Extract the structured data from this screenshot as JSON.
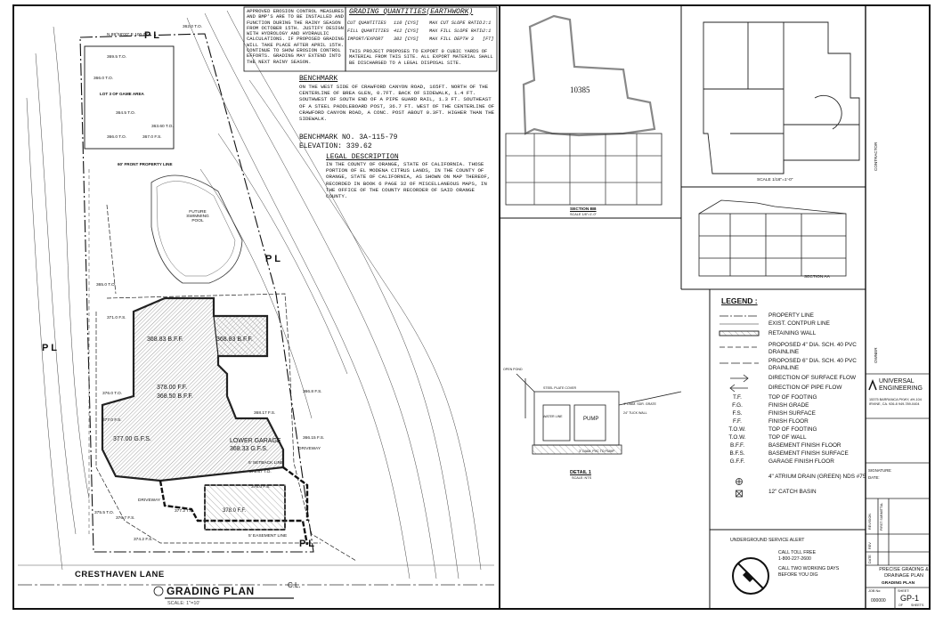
{
  "notes": {
    "erosion": "APPROVED EROSION CONTROL MEASURES AND BMP'S ARE TO BE INSTALLED AND FUNCTION DURING THE RAINY SEASON FROM OCTOBER 15TH. JUSTIFY DESIGN WITH HYDROLOGY AND HYDRAULIC CALCULATIONS. IF PROPOSED GRADING WILL TAKE PLACE AFTER APRIL 15TH. CONTINUE TO SHOW EROSION CONTROL EFFORTS. GRADING MAY EXTEND INTO THE NEXT RAINY SEASON."
  },
  "quantities": {
    "title": "GRADING QUANTITIES(EARTHWORK)",
    "rows": [
      {
        "label": "CUT QUANTITIES",
        "value": "110 [CYS]",
        "slope": "MAX CUT SLOPE RATIO (2:1MAX)",
        "ratio": "2:1"
      },
      {
        "label": "FILL QUANTITIES",
        "value": "412 [CYS]",
        "slope": "MAX FILL SLOPE RATIO (2:1MAX)",
        "ratio": "2:1"
      },
      {
        "label": "IMPORT/EXPORT",
        "value": "302 [CYS]",
        "slope": "MAX FILL DEPTH 3",
        "ratio": "[FT]"
      }
    ],
    "note": "THIS PROJECT PROPOSES TO EXPORT 0 CUBIC YARDS OF MATERIAL FROM THIS SITE. ALL EXPORT MATERIAL SHALL BE DISCHARGED TO A LEGAL DISPOSAL SITE."
  },
  "benchmark": {
    "heading": "BENCHMARK",
    "text": "ON THE WEST SIDE OF CRAWFORD CANYON ROAD, 165FT. NORTH OF THE CENTERLINE OF BREA GLEN, 0.7FT. BACK OF SIDEWALK, 1.4 FT. SOUTHWEST OF SOUTH END OF A PIPE GUARD RAIL, 1.3 FT. SOUTHEAST OF A STEEL PADDLEBOARD POST, 36.7 FT. WEST OF THE CENTERLINE OF CRAWFORD CANYON ROAD, A CONC. POST ABOUT 0.3FT. HIGHER THAN THE SIDEWALK.",
    "number": "BENCHMARK NO. 3A-115-79",
    "elevation": "ELEVATION: 339.62"
  },
  "legal": {
    "heading": "LEGAL DESCRIPTION",
    "text": "IN THE COUNTY OF ORANGE, STATE OF CALIFORNIA. THOSE PORTION OF EL MODENA CITRUS LANDS, IN THE COUNTY OF ORANGE, STATE OF CALIFORNIA, AS SHOWN ON MAP THEREOF, RECORDED IN BOOK 6 PAGE 32 OF MISCELLANEOUS MAPS, IN THE OFFICE OF THE COUNTY RECORDER OF SAID ORANGE COUNTY."
  },
  "plan": {
    "title": "GRADING PLAN",
    "scale": "SCALE: 1\"=10'",
    "street": "CRESTHAVEN LANE",
    "cl": "C.L.",
    "pl": "P L",
    "pool_label": "FUTURE SWIMMING POOL",
    "house": {
      "bff": "368.83 B.F.F.",
      "ff": "378.00 F.F.",
      "bff2": "368.50 B.F.F.",
      "gfs": "377.00 G.F.S.",
      "garage": "LOWER GARAGE",
      "garage_gfs": "368.33 G.F.S.",
      "entry": "378.0 F.F."
    },
    "driveway": "DRIVEWAY",
    "spots": [
      "369.5 T.O.",
      "366.0 T.O.",
      "364.5 T.O.",
      "366.0 T.O.",
      "362.0 T.O.",
      "363.60 T.O.",
      "367.0 F.S.",
      "365.0 T.O.",
      "371.0 F.S.",
      "376.0 T.O.",
      "377.0 F.S.",
      "375.5 T.O.",
      "376.7 F.S.",
      "374.2 F.S.",
      "372.87 T.O.",
      "376.0 F.S.",
      "377.2 T.O.",
      "366.8 F.S.",
      "368.17 F.S.",
      "366.15 F.S."
    ],
    "lot_label": "LOT 3 OF GAME AREA",
    "lot_title": "60' FRONT PROPERTY LINE",
    "setback": "5' SETBACK LINE",
    "easement": "5' EASEMENT LINE",
    "north": "N 89°56'00\" E 100.77"
  },
  "sections": {
    "bb_label": "SECTION BB",
    "bb_scale": "SCALE 1/8\"=1'-0\"",
    "aa_label": "SECTION AA",
    "floor_label": "10385",
    "floor_scale": "SCALE 1/16\"=1'-0\""
  },
  "detail": {
    "title": "DETAIL 1",
    "scale": "SCALE: NTS",
    "pump": "PUMP",
    "labels": [
      "STEEL PLATE COVER",
      "WATER LINE",
      "24\" TUCK WALL",
      "3\" DIAM. PVC TO PUMP",
      "4\" DIAM. SDR. GRATE",
      "OPEN POND"
    ]
  },
  "legend": {
    "title": "LEGEND :",
    "items": [
      {
        "sym": "",
        "text": "PROPERTY LINE"
      },
      {
        "sym": "",
        "text": "EXIST. CONTPUR LINE"
      },
      {
        "sym": "",
        "text": "RETAINING WALL"
      },
      {
        "sym": "",
        "text": "PROPOSED 4\" DIA. SCH. 40 PVC DRAINLINE"
      },
      {
        "sym": "",
        "text": "PROPOSED 6\" DIA. SCH. 40 PVC DRAINLINE"
      },
      {
        "sym": "",
        "text": "DIRECTION OF SURFACE FLOW"
      },
      {
        "sym": "",
        "text": "DIRECTION OF PIPE FLOW"
      },
      {
        "sym": "T.F.",
        "text": "TOP OF FOOTING"
      },
      {
        "sym": "F.G.",
        "text": "FINISH GRADE"
      },
      {
        "sym": "F.S.",
        "text": "FINISH SURFACE"
      },
      {
        "sym": "F.F.",
        "text": "FINISH FLOOR"
      },
      {
        "sym": "T.O.W.",
        "text": "TOP OF FOOTING"
      },
      {
        "sym": "T.O.W.",
        "text": "TOP OF WALL"
      },
      {
        "sym": "B.F.F.",
        "text": "BASEMENT FINISH FLOOR"
      },
      {
        "sym": "B.F.S.",
        "text": "BASEMENT FINISH SURFACE"
      },
      {
        "sym": "G.F.F.",
        "text": "GARAGE FINISH FLOOR"
      },
      {
        "sym": "",
        "text": "4\" ATRIUM DRAIN (GREEN) NDS #75"
      },
      {
        "sym": "",
        "text": "12\" CATCH BASIN"
      }
    ]
  },
  "alert": {
    "title": "UNDERGROUND SERVICE ALERT",
    "call": "CALL TOLL FREE",
    "phone": "1-800-227-2600",
    "days": "CALL TWO WORKING DAYS BEFORE YOU DIG"
  },
  "title_block": {
    "contractor": "CONTRACTOR",
    "owner": "OWNER",
    "firm_line1": "UNIVERSAL",
    "firm_line2": "ENGINEERING",
    "firm_addr": "15375 BARRANCA PKWY, #H-104 IRVINE, CA. 926-8 949-789-0404",
    "signature": "SIGNATURE:",
    "date": "DATE:",
    "revision": "REVISION",
    "first_submittal": "FIRST SUBMITTAL",
    "rev": "REV",
    "date_col": "DATE",
    "project_title": "PRECISE GRADING & DRAINAGE PLAN",
    "sheet_title": "GRADING PLAN",
    "job_no": "JOB No:",
    "job_value": "000000",
    "sheet": "SHEET:",
    "sheet_value": "GP-1",
    "of": "OF",
    "sheets": "SHEETS"
  }
}
